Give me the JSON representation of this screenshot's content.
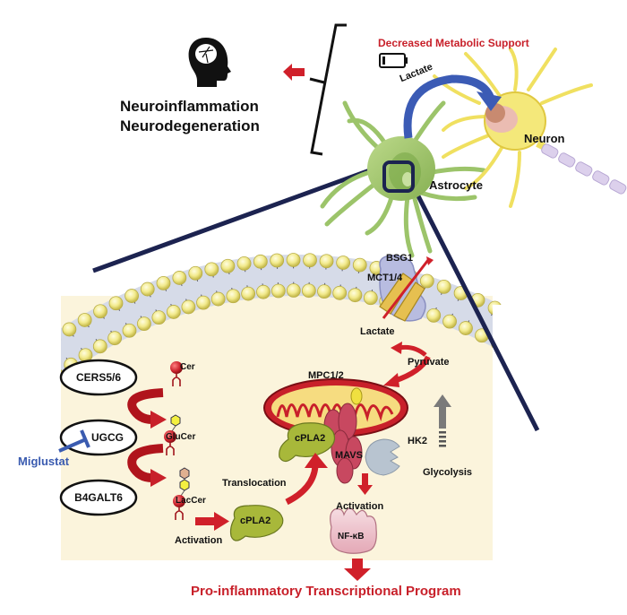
{
  "outcome": {
    "line1": "Neuroinflammation",
    "line2": "Neurodegeneration",
    "icon": "brain-head-icon"
  },
  "top_panel": {
    "decreased_support": "Decreased Metabolic Support",
    "battery_icon": "low-battery-icon",
    "lactate_arrow_label": "Lactate",
    "neuron_label": "Neuron",
    "astrocyte_label": "Astrocyte"
  },
  "membrane": {
    "transporter_top": "BSG1",
    "transporter_bottom": "MCT1/4",
    "lactate": "Lactate",
    "pyruvate": "Pyruvate"
  },
  "sphingolipid_pathway": {
    "enzymes": [
      "CERS5/6",
      "UGCG",
      "B4GALT6"
    ],
    "lipids": [
      "Cer",
      "GluCer",
      "LacCer"
    ],
    "inhibitor": "Miglustat",
    "activation_label": "Activation"
  },
  "mitochondria": {
    "carrier": "MPC1/2",
    "cpla2_bound": "cPLA2",
    "mavs": "MAVS",
    "hk2": "HK2",
    "glycolysis": "Glycolysis"
  },
  "signaling": {
    "cpla2_free": "cPLA2",
    "translocation": "Translocation",
    "activation": "Activation",
    "nfkb": "NF-κB",
    "output": "Pro-inflammatory Transcriptional Program"
  },
  "colors": {
    "red_arrow": "#d0202a",
    "dark_red": "#a0141c",
    "navy_line": "#1c2350",
    "cytoplasm": "#fbf4dc",
    "membrane_head": "#f4ef9e",
    "astrocyte_green": "#9cc46a",
    "neuron_yellow": "#f0e060",
    "cpla2_green": "#a8b83a",
    "mavs_pink": "#c84860",
    "miglustat_blue": "#3a5bb0",
    "gray_arrow": "#7a7a7a"
  }
}
